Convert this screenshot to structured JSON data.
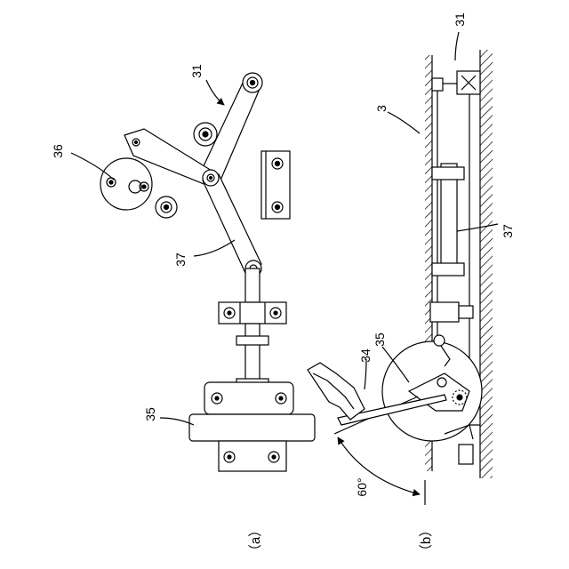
{
  "figure": {
    "views": {
      "a": {
        "caption": "（a）"
      },
      "b": {
        "caption": "（b）"
      }
    },
    "labels": {
      "a_31": "31",
      "a_36": "36",
      "a_37": "37",
      "a_35": "35",
      "b_31": "31",
      "b_3": "3",
      "b_37": "37",
      "b_34": "34",
      "b_35": "35",
      "b_angle": "60°"
    }
  }
}
